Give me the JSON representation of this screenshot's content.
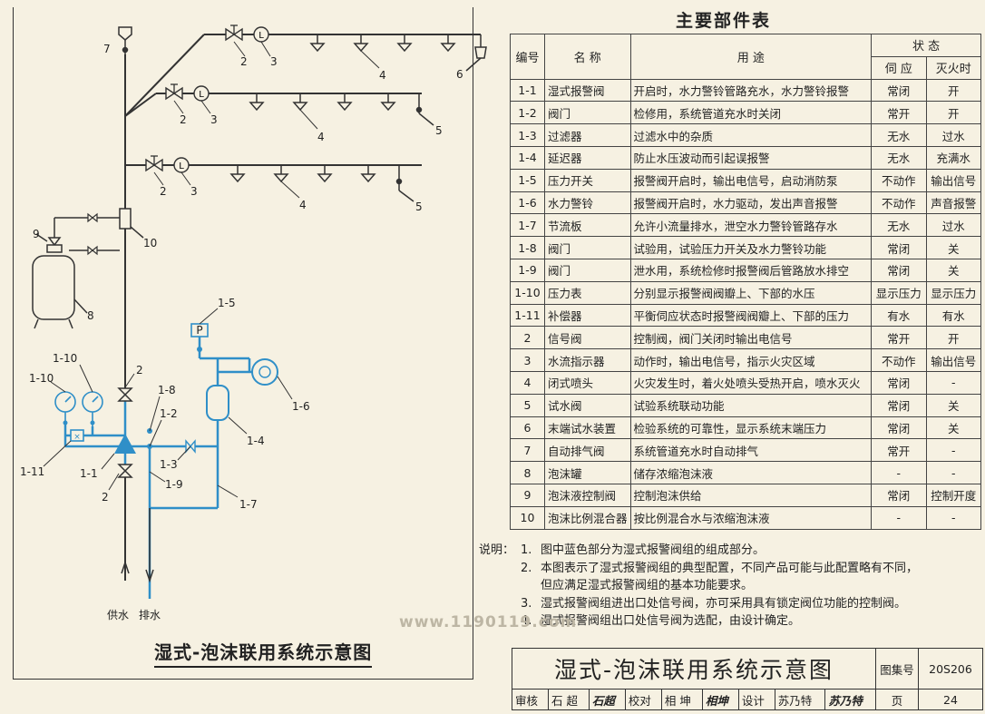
{
  "diagram": {
    "title": "湿式-泡沫联用系统示意图",
    "labels": {
      "l7": "7",
      "l6": "6",
      "l5a": "5",
      "l5b": "5",
      "l4a": "4",
      "l4b": "4",
      "l4c": "4",
      "l2a": "2",
      "l2b": "2",
      "l2c": "2",
      "l2d": "2",
      "l2e": "2",
      "l3a": "3",
      "l3b": "3",
      "l3c": "3",
      "l9": "9",
      "l10": "10",
      "l8": "8",
      "l15": "1-5",
      "l16": "1-6",
      "l14": "1-4",
      "l17": "1-7",
      "l18": "1-8",
      "l12": "1-2",
      "l13": "1-3",
      "l19": "1-9",
      "l110a": "1-10",
      "l110b": "1-10",
      "l111": "1-11",
      "l11": "1-1",
      "p": "P",
      "supply": "供水",
      "drain": "排水"
    }
  },
  "table": {
    "title": "主要部件表",
    "headers": {
      "no": "编号",
      "name": "名 称",
      "use": "用 途",
      "state": "状 态",
      "standby": "伺 应",
      "fire": "灭火时"
    },
    "rows": [
      [
        "1-1",
        "湿式报警阀",
        "开启时，水力警铃管路充水，水力警铃报警",
        "常闭",
        "开"
      ],
      [
        "1-2",
        "阀门",
        "检修用，系统管道充水时关闭",
        "常开",
        "开"
      ],
      [
        "1-3",
        "过滤器",
        "过滤水中的杂质",
        "无水",
        "过水"
      ],
      [
        "1-4",
        "延迟器",
        "防止水压波动而引起误报警",
        "无水",
        "充满水"
      ],
      [
        "1-5",
        "压力开关",
        "报警阀开启时，输出电信号，启动消防泵",
        "不动作",
        "输出信号"
      ],
      [
        "1-6",
        "水力警铃",
        "报警阀开启时，水力驱动，发出声音报警",
        "不动作",
        "声音报警"
      ],
      [
        "1-7",
        "节流板",
        "允许小流量排水，泄空水力警铃管路存水",
        "无水",
        "过水"
      ],
      [
        "1-8",
        "阀门",
        "试验用，试验压力开关及水力警铃功能",
        "常闭",
        "关"
      ],
      [
        "1-9",
        "阀门",
        "泄水用，系统检修时报警阀后管路放水排空",
        "常闭",
        "关"
      ],
      [
        "1-10",
        "压力表",
        "分别显示报警阀阀瓣上、下部的水压",
        "显示压力",
        "显示压力"
      ],
      [
        "1-11",
        "补偿器",
        "平衡伺应状态时报警阀阀瓣上、下部的压力",
        "有水",
        "有水"
      ],
      [
        "2",
        "信号阀",
        "控制阀，阀门关闭时输出电信号",
        "常开",
        "开"
      ],
      [
        "3",
        "水流指示器",
        "动作时，输出电信号，指示火灾区域",
        "不动作",
        "输出信号"
      ],
      [
        "4",
        "闭式喷头",
        "火灾发生时，着火处喷头受热开启，喷水灭火",
        "常闭",
        "-"
      ],
      [
        "5",
        "试水阀",
        "试验系统联动功能",
        "常闭",
        "关"
      ],
      [
        "6",
        "末端试水装置",
        "检验系统的可靠性，显示系统末端压力",
        "常闭",
        "关"
      ],
      [
        "7",
        "自动排气阀",
        "系统管道充水时自动排气",
        "常开",
        "-"
      ],
      [
        "8",
        "泡沫罐",
        "储存浓缩泡沫液",
        "-",
        "-"
      ],
      [
        "9",
        "泡沫液控制阀",
        "控制泡沫供给",
        "常闭",
        "控制开度"
      ],
      [
        "10",
        "泡沫比例混合器",
        "按比例混合水与浓缩泡沫液",
        "-",
        "-"
      ]
    ]
  },
  "notes": {
    "lead": "说明：",
    "items": [
      {
        "num": "1.",
        "lines": [
          "图中蓝色部分为湿式报警阀组的组成部分。"
        ]
      },
      {
        "num": "2.",
        "lines": [
          "本图表示了湿式报警阀组的典型配置，不同产品可能与此配置略有不同，",
          "但应满足湿式报警阀组的基本功能要求。"
        ]
      },
      {
        "num": "3.",
        "lines": [
          "湿式报警阀组进出口处信号阀，亦可采用具有锁定阀位功能的控制阀。"
        ]
      },
      {
        "num": "4.",
        "lines": [
          "湿式报警阀组出口处信号阀为选配，由设计确定。"
        ]
      }
    ]
  },
  "watermark": "www.1190119.com",
  "title_block": {
    "title": "湿式-泡沫联用系统示意图",
    "atlas_label": "图集号",
    "atlas_no": "20S206",
    "review_label": "审核",
    "review_name": "石 超",
    "review_sig": "石超",
    "check_label": "校对",
    "check_name": "相 坤",
    "check_sig": "相坤",
    "design_label": "设计",
    "design_name": "苏乃特",
    "design_sig": "苏乃特",
    "page_label": "页",
    "page_no": "24"
  },
  "colors": {
    "line": "#333333",
    "accent_blue": "#2f8fc8",
    "paper": "#f6f1e2"
  }
}
